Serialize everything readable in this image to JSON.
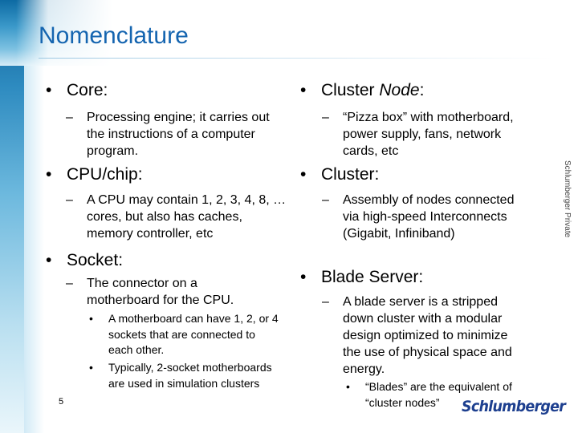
{
  "slide": {
    "title": "Nomenclature",
    "page_number": "5",
    "side_label": "Schlumberger Private",
    "logo_text": "Schlumberger"
  },
  "left": {
    "core": {
      "head": "Core:",
      "sub": "Processing engine; it carries out the instructions of a computer program."
    },
    "cpu": {
      "head": "CPU/chip:",
      "sub": "A CPU may contain 1, 2, 3, 4, 8, … cores, but also has caches, memory controller, etc"
    },
    "socket": {
      "head": "Socket:",
      "sub": "The connector on a motherboard for the CPU.",
      "bullets": [
        "A motherboard can have 1, 2, or 4 sockets that are connected to each other.",
        "Typically, 2-socket motherboards are used in simulation clusters"
      ]
    }
  },
  "right": {
    "node": {
      "head_prefix": "Cluster ",
      "head_italic": "Node",
      "head_suffix": ":",
      "sub": "“Pizza box” with motherboard, power supply, fans, network cards, etc"
    },
    "cluster": {
      "head": "Cluster:",
      "sub": "Assembly of nodes connected via high-speed Interconnects (Gigabit, Infiniband)"
    },
    "blade": {
      "head": "Blade Server:",
      "sub": "A blade server is a stripped down cluster with a modular design optimized to minimize the use of physical space and energy.",
      "bullets": [
        "“Blades” are the equivalent of “cluster nodes”"
      ]
    }
  },
  "symbols": {
    "bullet": "•",
    "dash": "–",
    "small_bullet": "•"
  }
}
